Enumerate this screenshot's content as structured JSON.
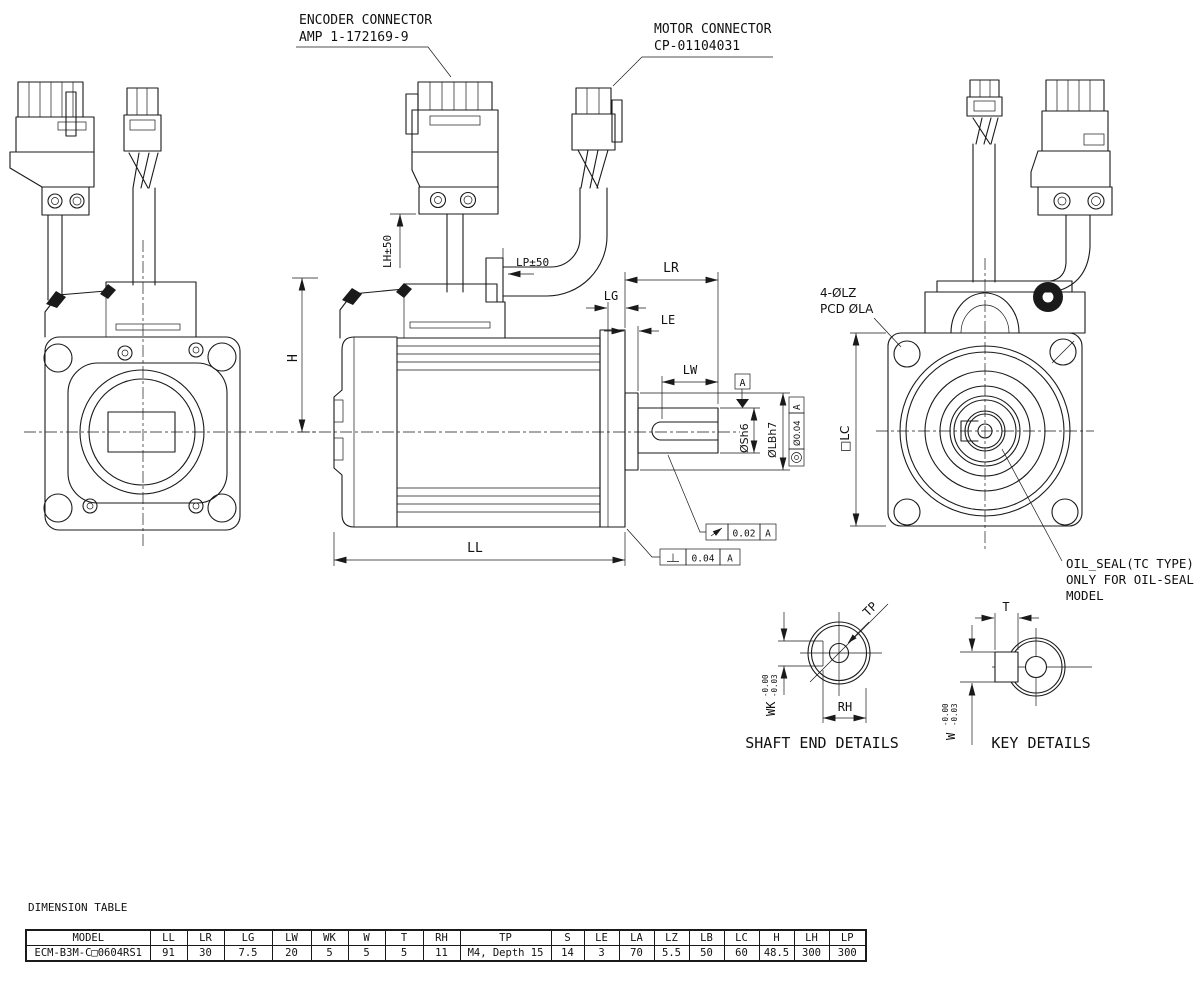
{
  "colors": {
    "ink": "#1a1a1a",
    "background": "#ffffff"
  },
  "callouts": {
    "encoder": {
      "line1": "ENCODER CONNECTOR",
      "line2": "AMP 1-172169-9"
    },
    "motor": {
      "line1": "MOTOR CONNECTOR",
      "line2": "CP-01104031"
    },
    "mounting_holes": {
      "line1": "4-ØLZ",
      "line2": "PCD ØLA"
    },
    "oil_seal": {
      "line1": "OIL_SEAL(TC TYPE)",
      "line2": "ONLY FOR OIL-SEAL",
      "line3": "MODEL"
    }
  },
  "dims": {
    "h": "H",
    "lh": "LH±50",
    "lp": "LP±50",
    "lr": "LR",
    "lg": "LG",
    "le": "LE",
    "lw": "LW",
    "ll": "LL",
    "shaft_dia": "ØSh6",
    "pilot_dia": "ØLBh7",
    "frame_size": "□LC",
    "datum_flag": "A",
    "runout": {
      "symbol": "circular-runout",
      "value": "0.02",
      "datum": "A"
    },
    "perpendicularity": {
      "symbol": "perpendicularity",
      "value": "0.04",
      "datum": "A"
    },
    "concentricity": {
      "symbol": "concentricity",
      "value": "Ø0.04",
      "datum": "A"
    }
  },
  "shaft_end_detail": {
    "title": "SHAFT END DETAILS",
    "tp": "TP",
    "rh": "RH",
    "wk": "WK",
    "tol_upper": "-0.00",
    "tol_lower": "-0.03"
  },
  "key_detail": {
    "title": "KEY DETAILS",
    "t": "T",
    "w": "W",
    "tol_upper": "-0.00",
    "tol_lower": "-0.03"
  },
  "table": {
    "title": "DIMENSION TABLE",
    "headers": [
      "MODEL",
      "LL",
      "LR",
      "LG",
      "LW",
      "WK",
      "W",
      "T",
      "RH",
      "TP",
      "S",
      "LE",
      "LA",
      "LZ",
      "LB",
      "LC",
      "H",
      "LH",
      "LP"
    ],
    "row": [
      "ECM-B3M-C□0604RS1",
      "91",
      "30",
      "7.5",
      "20",
      "5",
      "5",
      "5",
      "11",
      "M4, Depth 15",
      "14",
      "3",
      "70",
      "5.5",
      "50",
      "60",
      "48.5",
      "300",
      "300"
    ]
  }
}
